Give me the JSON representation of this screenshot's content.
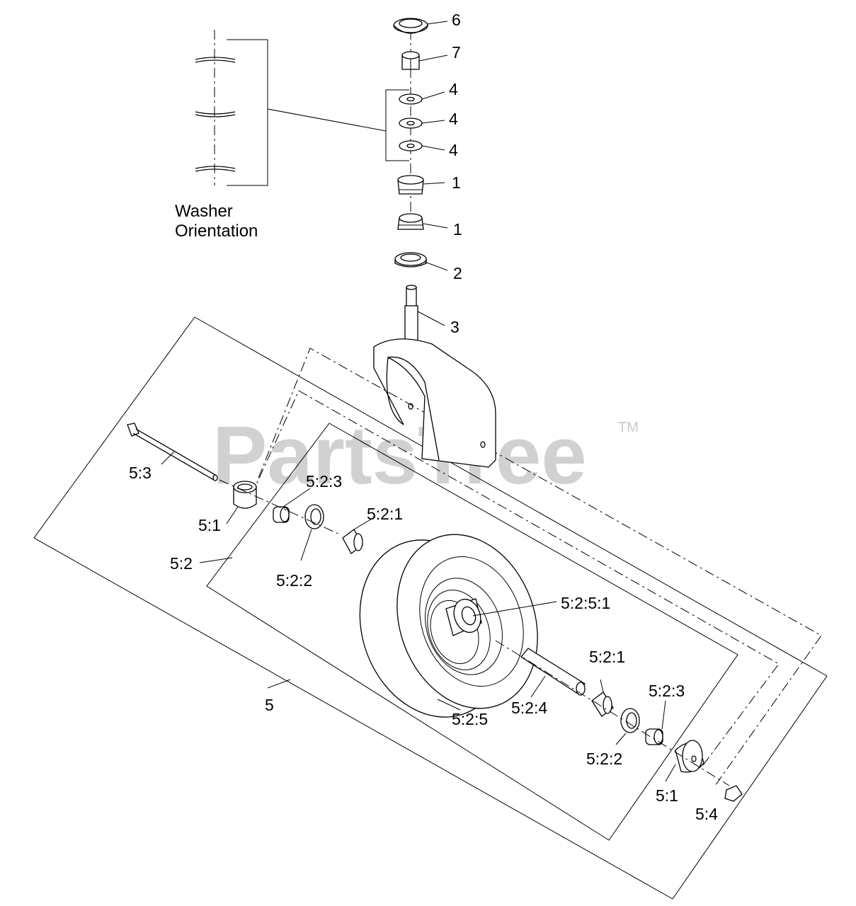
{
  "watermark": {
    "text": "PartsTree",
    "trademark": "TM"
  },
  "note": {
    "line1": "Washer",
    "line2": "Orientation"
  },
  "callouts": {
    "c6": "6",
    "c7": "7",
    "c4a": "4",
    "c4b": "4",
    "c4c": "4",
    "c1a": "1",
    "c1b": "1",
    "c2": "2",
    "c3": "3",
    "c53": "5:3",
    "c51_left": "5:1",
    "c523_left": "5:2:3",
    "c521_left": "5:2:1",
    "c52": "5:2",
    "c522_left": "5:2:2",
    "c5251": "5:2:5:1",
    "c5": "5",
    "c525": "5:2:5",
    "c524": "5:2:4",
    "c521_right": "5:2:1",
    "c523_right": "5:2:3",
    "c522_right": "5:2:2",
    "c51_right": "5:1",
    "c54": "5:4"
  }
}
